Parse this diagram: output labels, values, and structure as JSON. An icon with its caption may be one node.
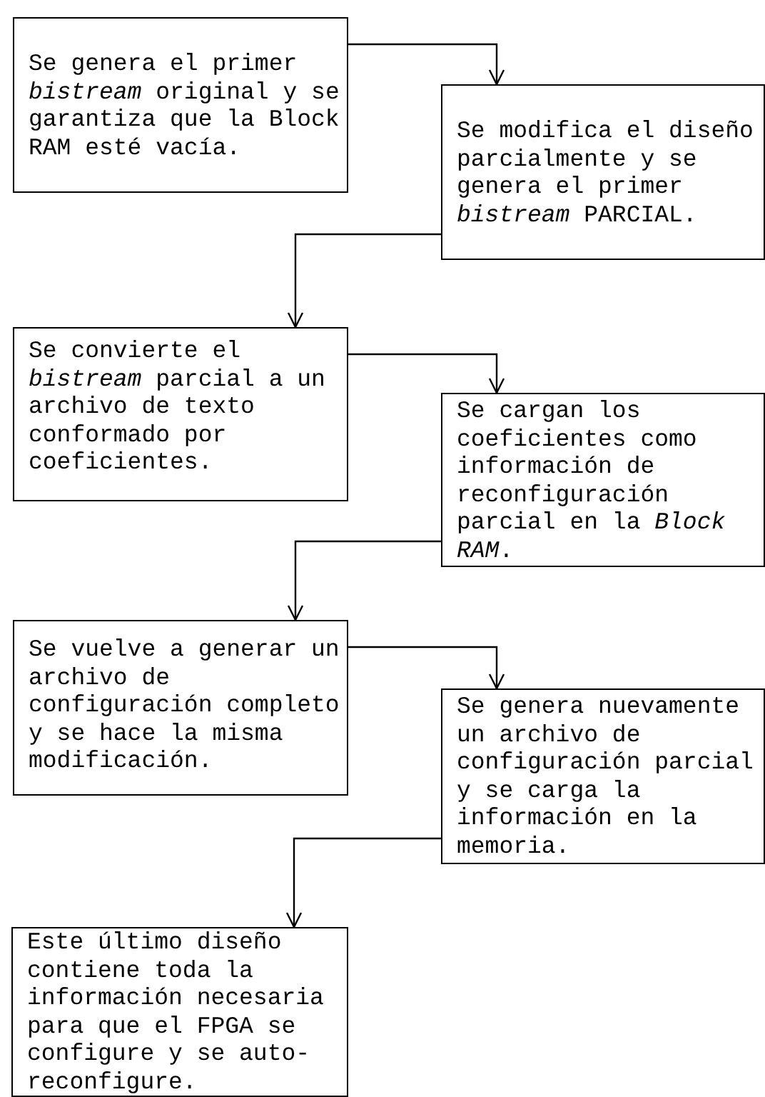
{
  "diagram": {
    "nodes": [
      {
        "text": [
          "Se genera el primer *bistream* original y se garantiza que la Block RAM esté vacía."
        ]
      },
      {
        "text": [
          "Se modifica el diseño parcialmente y se genera el primer *bistream* PARCIAL."
        ]
      },
      {
        "text": [
          "Se convierte el *bistream* parcial a un archivo de texto conformado por coeficientes."
        ]
      },
      {
        "text": [
          "Se cargan los coeficientes como información de reconfiguración parcial en la *Block RAM*."
        ]
      },
      {
        "text": [
          "Se vuelve a generar un archivo de configuración completo y se hace la misma modificación."
        ]
      },
      {
        "text": [
          "Se genera nuevamente un archivo de configuración parcial y se carga la información en la memoria."
        ]
      },
      {
        "text": [
          "Este último diseño contiene toda la información necesaria para que el FPGA se configure y se auto-reconfigure."
        ]
      }
    ],
    "edges": [
      {
        "from": 0,
        "to": 1,
        "arrow": "to"
      },
      {
        "from": 1,
        "to": 2,
        "arrow": "to"
      },
      {
        "from": 2,
        "to": 3,
        "arrow": "to"
      },
      {
        "from": 3,
        "to": 4,
        "arrow": "to"
      },
      {
        "from": 4,
        "to": 5,
        "arrow": "to"
      },
      {
        "from": 5,
        "to": 6,
        "arrow": "to"
      }
    ]
  }
}
